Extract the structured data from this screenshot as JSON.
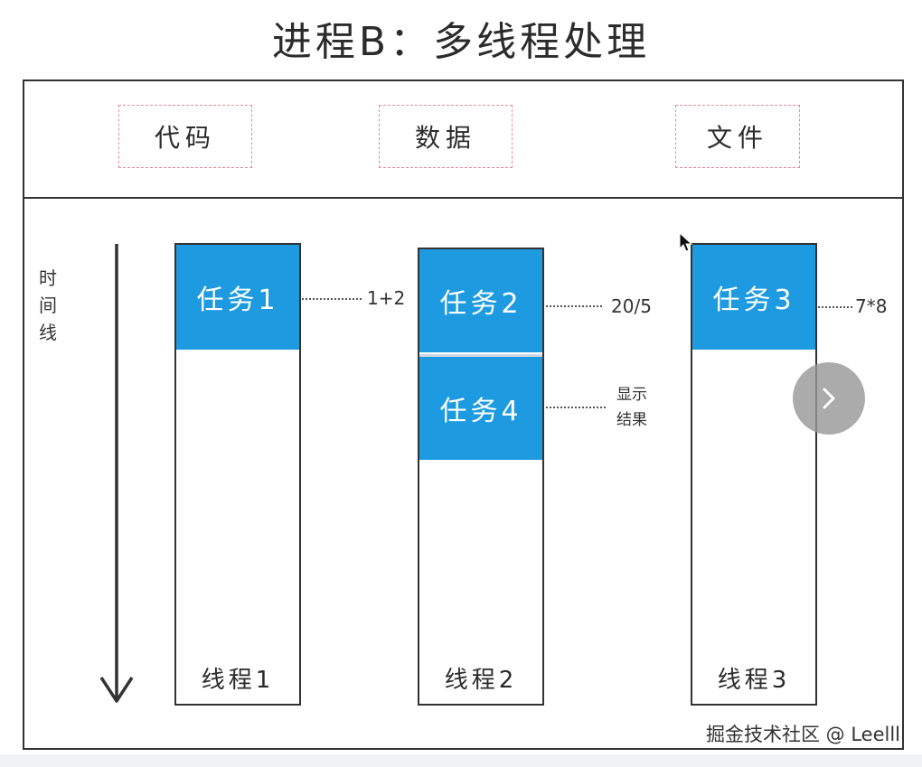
{
  "title": "进程B：多线程处理",
  "resources": [
    {
      "label": "代码"
    },
    {
      "label": "数据"
    },
    {
      "label": "文件"
    }
  ],
  "timeline": {
    "label": "时间线"
  },
  "threads": [
    {
      "label": "线程1",
      "tasks": [
        {
          "label": "任务1",
          "note": "1+2"
        }
      ]
    },
    {
      "label": "线程2",
      "tasks": [
        {
          "label": "任务2",
          "note": "20/5"
        },
        {
          "label": "任务4",
          "note_line1": "显示",
          "note_line2": "结果"
        }
      ]
    },
    {
      "label": "线程3",
      "tasks": [
        {
          "label": "任务3",
          "note": "7*8"
        }
      ]
    }
  ],
  "colors": {
    "task": "#1e9be0",
    "resource_border": "#e68a9a"
  },
  "watermark": "掘金技术社区 @ Leelll",
  "icons": {
    "next": "chevron-right-icon",
    "cursor": "pointer-cursor-icon"
  }
}
